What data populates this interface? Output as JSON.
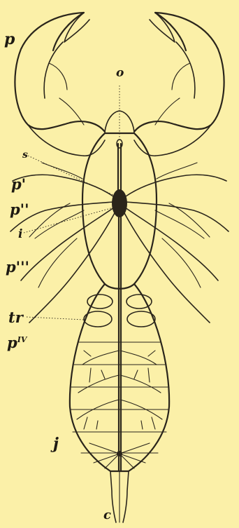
{
  "figure": {
    "labels": {
      "p": "p",
      "o": "o",
      "s": "s",
      "p1": "p'",
      "p2": "p''",
      "i": "i",
      "p3": "p'''",
      "tr": "tr",
      "p4": "p",
      "p4_sup": "IV",
      "j": "j",
      "c": "c"
    }
  },
  "colors": {
    "background": "#fbf0a8",
    "ink": "#2a251b"
  }
}
